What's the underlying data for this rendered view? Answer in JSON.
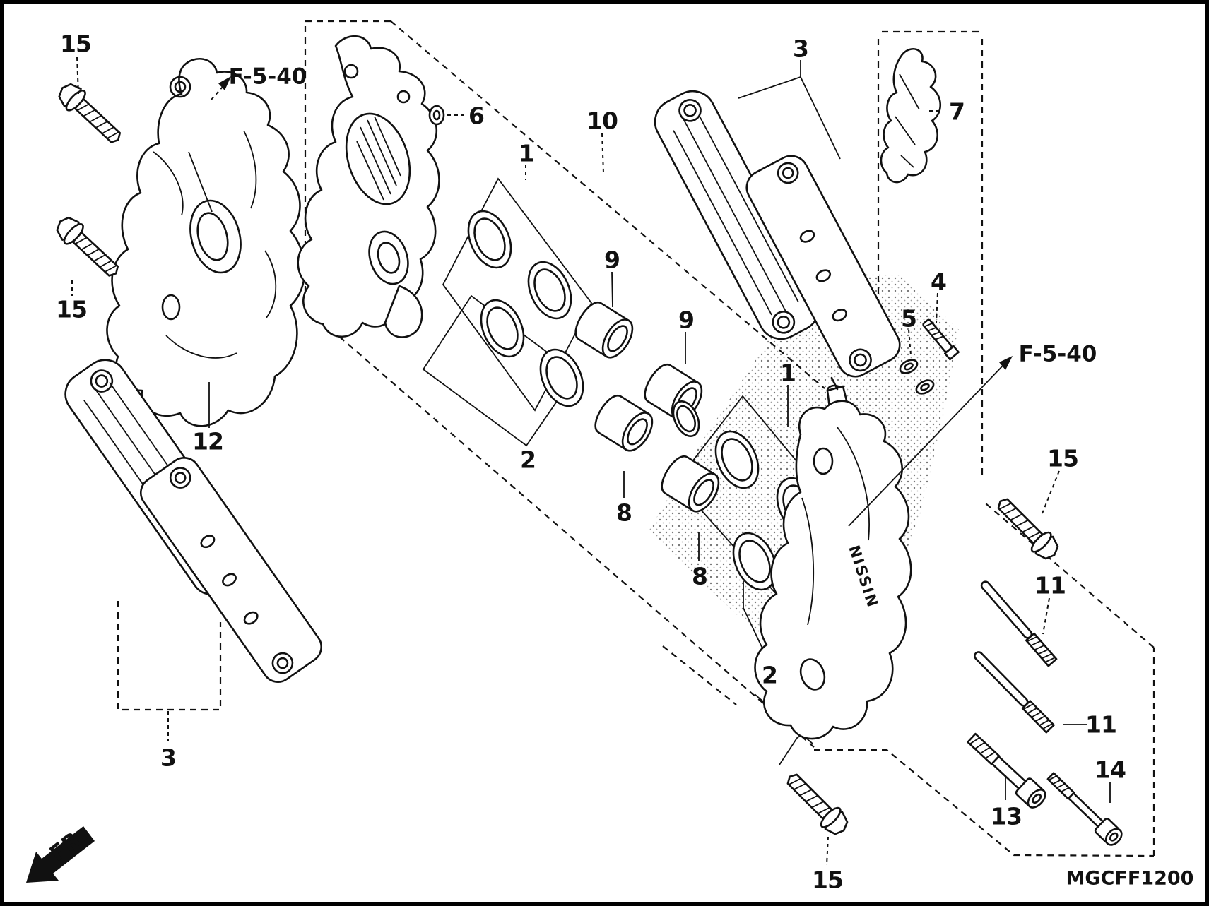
{
  "diagram_code": "MGCFF1200",
  "direction_indicator": "FR.",
  "caliper_marking": "NISSIN",
  "reference_labels": [
    {
      "label": "F-5-40"
    },
    {
      "label": "F-5-40"
    }
  ],
  "callouts": [
    {
      "label": "15"
    },
    {
      "label": "15"
    },
    {
      "label": "12"
    },
    {
      "label": "3"
    },
    {
      "label": "6"
    },
    {
      "label": "1"
    },
    {
      "label": "10"
    },
    {
      "label": "9"
    },
    {
      "label": "2"
    },
    {
      "label": "9"
    },
    {
      "label": "8"
    },
    {
      "label": "8"
    },
    {
      "label": "1"
    },
    {
      "label": "2"
    },
    {
      "label": "3"
    },
    {
      "label": "7"
    },
    {
      "label": "4"
    },
    {
      "label": "5"
    },
    {
      "label": "15"
    },
    {
      "label": "11"
    },
    {
      "label": "11"
    },
    {
      "label": "14"
    },
    {
      "label": "13"
    },
    {
      "label": "15"
    }
  ]
}
